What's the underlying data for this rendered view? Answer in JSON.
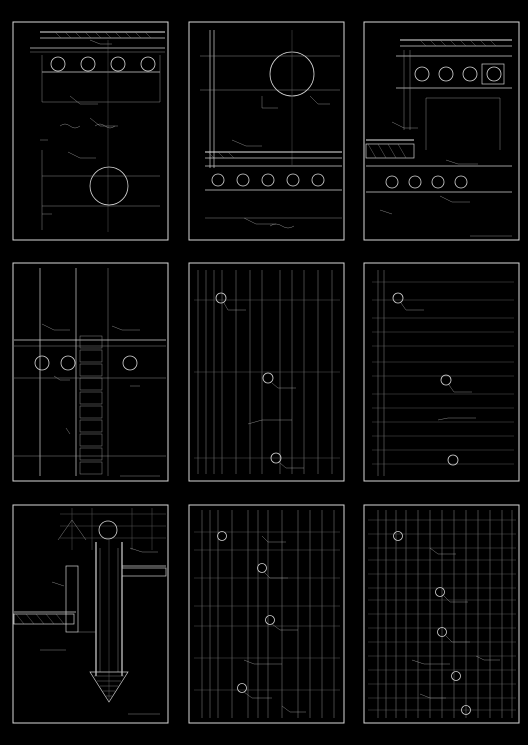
{
  "sheet": {
    "background": "#000000",
    "line_color": "#d0d0d0",
    "panel_count": 9
  },
  "panels": [
    {
      "id": "section-upper-left",
      "kind": "section"
    },
    {
      "id": "section-upper-middle",
      "kind": "section"
    },
    {
      "id": "section-upper-right",
      "kind": "section"
    },
    {
      "id": "section-middle-left",
      "kind": "section"
    },
    {
      "id": "grid-middle-center",
      "kind": "grid"
    },
    {
      "id": "grid-middle-right",
      "kind": "grid"
    },
    {
      "id": "pile-detail-lower-left",
      "kind": "detail"
    },
    {
      "id": "grid-lower-center",
      "kind": "grid"
    },
    {
      "id": "grid-lower-right",
      "kind": "grid"
    }
  ]
}
